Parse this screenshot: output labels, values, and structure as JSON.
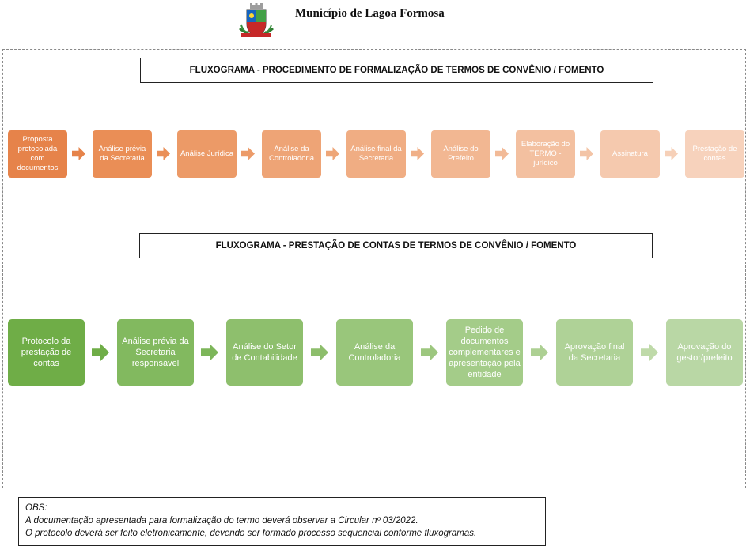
{
  "header": {
    "municipality": "Município de Lagoa Formosa",
    "crest_icon": "municipal-coat-of-arms-icon"
  },
  "flowchart_formalization": {
    "title": "FLUXOGRAMA - PROCEDIMENTO DE FORMALIZAÇÃO DE TERMOS DE CONVÊNIO / FOMENTO",
    "steps": [
      {
        "label": "Proposta protocolada com documentos",
        "color": "#E6834A"
      },
      {
        "label": "Análise prévia da Secretaria",
        "color": "#EA8E56"
      },
      {
        "label": "Análise Jurídica",
        "color": "#EC9A67"
      },
      {
        "label": "Análise da Controladoria",
        "color": "#EEA476"
      },
      {
        "label": "Análise final da Secretaria",
        "color": "#F0AD83"
      },
      {
        "label": "Análise do Prefeito",
        "color": "#F2B792"
      },
      {
        "label": "Elaboração do TERMO - jurídico",
        "color": "#F3C0A0"
      },
      {
        "label": "Assinatura",
        "color": "#F5C9AE"
      },
      {
        "label": "Prestação de contas",
        "color": "#F7D2BC"
      }
    ],
    "arrow_colors": [
      "#E6834A",
      "#EA8F58",
      "#EC9B69",
      "#EEA678",
      "#F0B088",
      "#F2BA97",
      "#F3C4A6",
      "#F6D0B8"
    ]
  },
  "flowchart_accountability": {
    "title": "FLUXOGRAMA - PRESTAÇÃO DE CONTAS DE TERMOS DE CONVÊNIO / FOMENTO",
    "steps": [
      {
        "label": "Protocolo da prestação de contas",
        "color": "#6FAD47"
      },
      {
        "label": "Análise prévia da Secretaria responsável",
        "color": "#82B95F"
      },
      {
        "label": "Análise do Setor de Contabilidade",
        "color": "#8EBF6D"
      },
      {
        "label": "Análise da Controladoria",
        "color": "#99C67B"
      },
      {
        "label": "Pedido de documentos complementares e apresentação pela entidade",
        "color": "#A4CC89"
      },
      {
        "label": "Aprovação final da Secretaria",
        "color": "#AFD297"
      },
      {
        "label": "Aprovação do gestor/prefeito",
        "color": "#B9D7A5"
      }
    ],
    "arrow_colors": [
      "#6FAD47",
      "#7DB65A",
      "#8DBE6C",
      "#9DC77F",
      "#ADD093",
      "#BFDAA9"
    ]
  },
  "obs": {
    "heading": "OBS:",
    "line1": "A documentação apresentada para formalização do termo deverá observar a Circular nº 03/2022.",
    "line2": "O protocolo deverá ser feito eletronicamente, devendo ser formado processo sequencial conforme fluxogramas."
  }
}
